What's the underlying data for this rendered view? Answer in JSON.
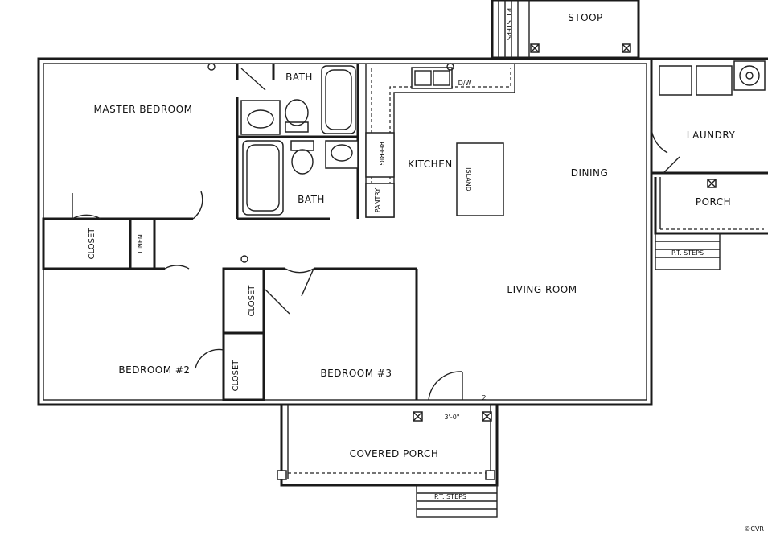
{
  "rooms": {
    "stoop": "STOOP",
    "master_bedroom": "MASTER BEDROOM",
    "bath_top": "BATH",
    "bath_bottom": "BATH",
    "kitchen": "KITCHEN",
    "refrig": "REFRIG.",
    "pantry": "PANTRY",
    "island": "ISLAND",
    "dining": "DINING",
    "laundry": "LAUNDRY",
    "porch": "PORCH",
    "closet_master": "CLOSET",
    "linen": "LINEN",
    "closet_mid": "CLOSET",
    "closet_bed2": "CLOSET",
    "living_room": "LIVING ROOM",
    "bedroom2": "BEDROOM #2",
    "bedroom3": "BEDROOM #3",
    "covered_porch": "COVERED PORCH"
  },
  "annotations": {
    "pt_steps_stoop": "P.T. STEPS",
    "pt_steps_porch": "P.T. STEPS",
    "pt_steps_covered": "P.T. STEPS",
    "dw": "D/W",
    "door_width": "3'-0\"",
    "dim_2": "2'",
    "watermark": "©CVR"
  }
}
